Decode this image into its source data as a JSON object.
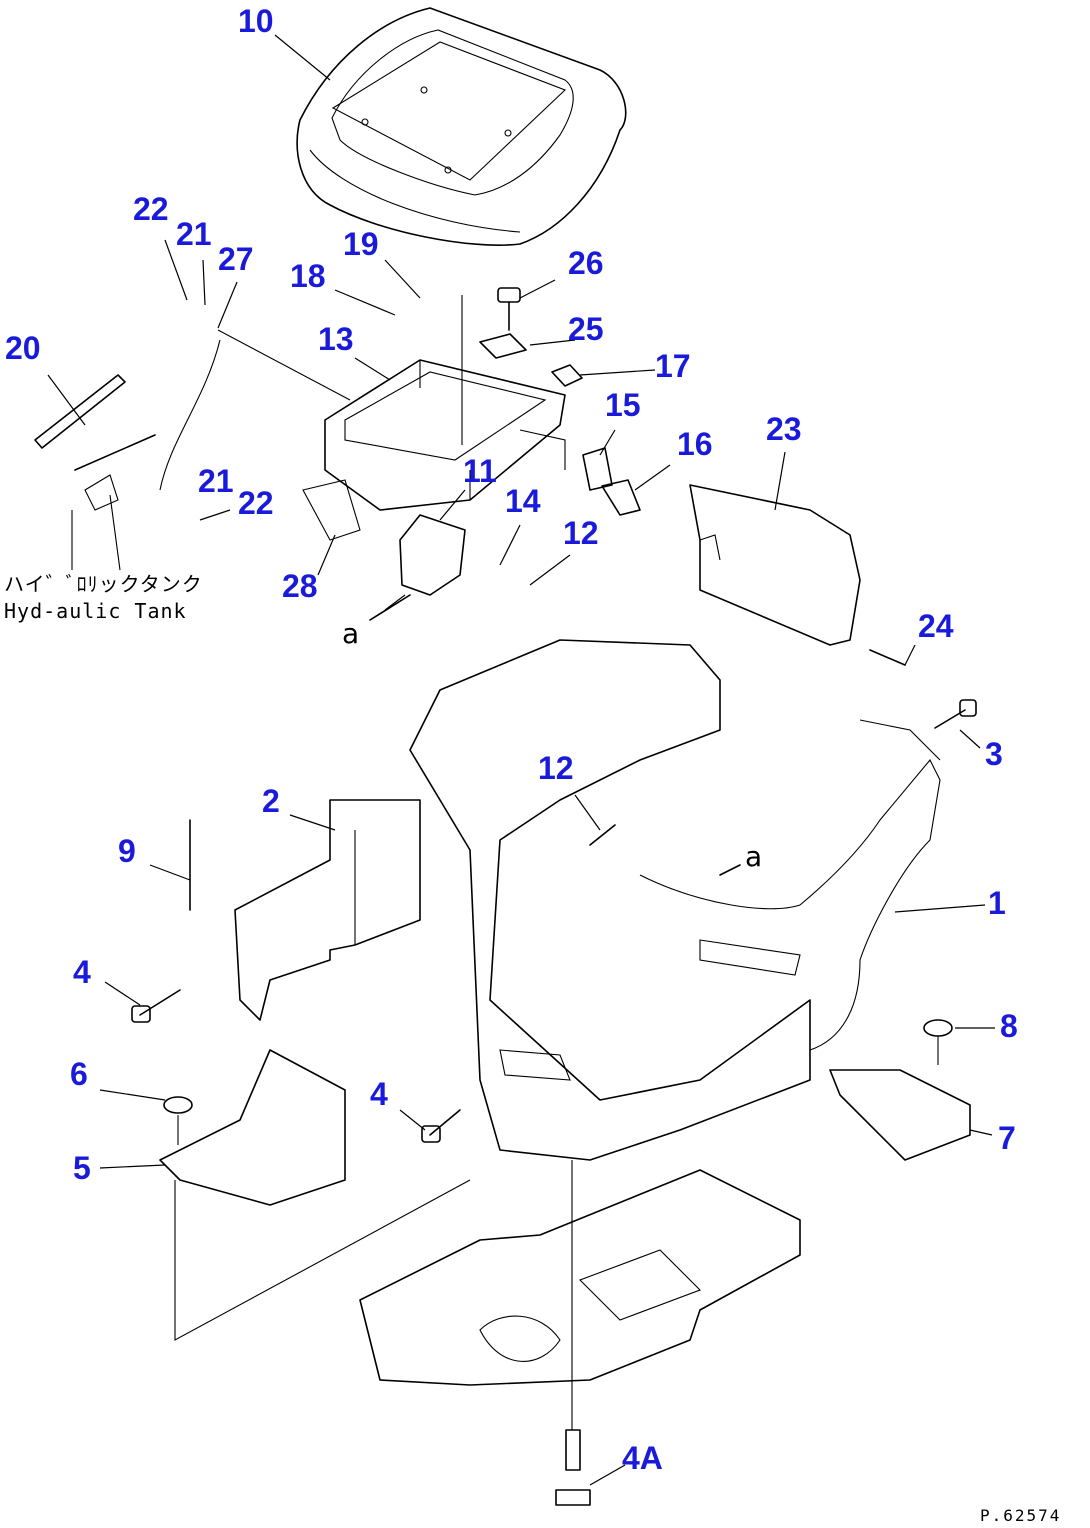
{
  "callouts": {
    "c10": "10",
    "c22a": "22",
    "c21a": "21",
    "c27": "27",
    "c19": "19",
    "c18": "18",
    "c26": "26",
    "c20": "20",
    "c13": "13",
    "c25": "25",
    "c17": "17",
    "c15": "15",
    "c23": "23",
    "c16": "16",
    "c11": "11",
    "c21b": "21",
    "c22b": "22",
    "c14": "14",
    "c12a": "12",
    "c28": "28",
    "c24": "24",
    "c3": "3",
    "c12b": "12",
    "c2": "2",
    "c9": "9",
    "c1": "1",
    "c4a": "4",
    "c8": "8",
    "c6": "6",
    "c4b": "4",
    "c7": "7",
    "c5": "5",
    "c4A": "4A"
  },
  "notes": {
    "hydraulic_tank_jp": "ハイ゛ﾞﾛﾘックタンク",
    "hydraulic_tank_en": "Hyd-aulic Tank",
    "ref_a_upper": "a",
    "ref_a_lower": "a"
  },
  "drawing_number": "P.62574",
  "colors": {
    "callout": "#1a1adb",
    "line": "#000000",
    "background": "#ffffff"
  }
}
